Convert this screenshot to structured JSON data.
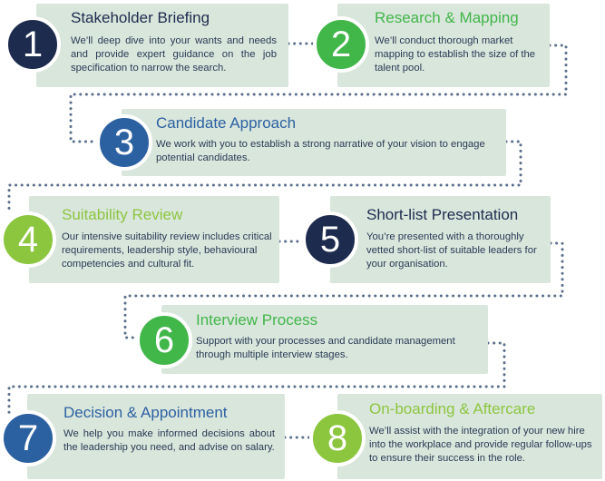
{
  "colors": {
    "navy": "#1d2b4e",
    "blue": "#2c61a1",
    "green": "#41b649",
    "lime": "#8cc63f",
    "card": "#d9e6dc",
    "dots": "#5b6f8c"
  },
  "steps": [
    {
      "number": "1",
      "title": "Stakeholder Briefing",
      "description": "We’ll deep dive into your wants and needs and provide expert guidance on the job specification to narrow the search."
    },
    {
      "number": "2",
      "title": "Research & Mapping",
      "description": "We’ll conduct thorough market mapping to establish the size of the talent pool."
    },
    {
      "number": "3",
      "title": "Candidate Approach",
      "description": "We work with you to establish a strong narrative of your vision to engage potential candidates."
    },
    {
      "number": "4",
      "title": "Suitability Review",
      "description": "Our intensive suitability review includes critical requirements, leadership style, behavioural competencies and cultural fit."
    },
    {
      "number": "5",
      "title": "Short-list Presentation",
      "description": "You’re presented with a thoroughly vetted short-list of suitable leaders for your organisation."
    },
    {
      "number": "6",
      "title": "Interview Process",
      "description": "Support with your processes and candidate management through multiple interview stages."
    },
    {
      "number": "7",
      "title": "Decision & Appointment",
      "description": "We help you make informed decisions about the leadership you need, and advise on salary."
    },
    {
      "number": "8",
      "title": "On-boarding & Aftercare",
      "description": "We’ll assist with the integration of your new hire into the workplace and provide regular follow-ups to ensure their success in the role."
    }
  ]
}
